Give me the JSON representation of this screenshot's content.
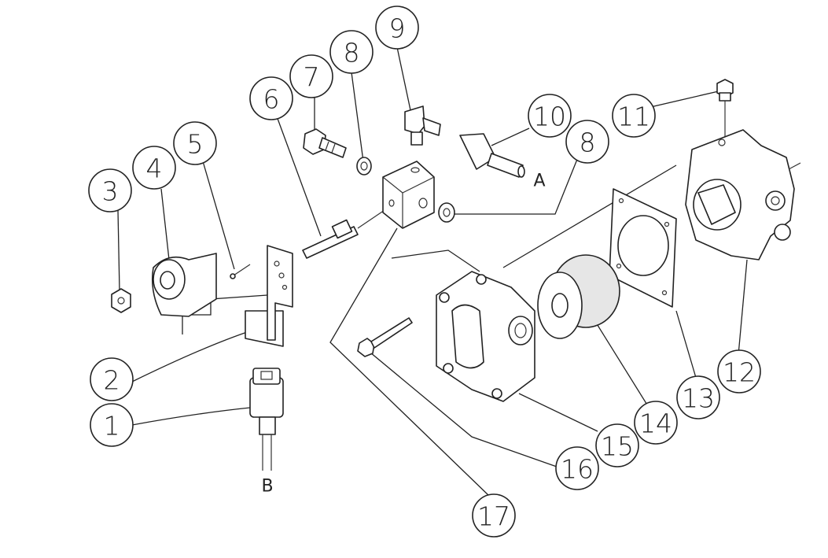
{
  "callouts": {
    "c1": "1",
    "c2": "2",
    "c3": "3",
    "c4": "4",
    "c5": "5",
    "c6": "6",
    "c7": "7",
    "c8a": "8",
    "c9": "9",
    "c10": "10",
    "c11": "11",
    "c8b": "8",
    "c12": "12",
    "c13": "13",
    "c14": "14",
    "c15": "15",
    "c16": "16",
    "c17": "17"
  },
  "labels": {
    "A": "A",
    "B": "B"
  }
}
